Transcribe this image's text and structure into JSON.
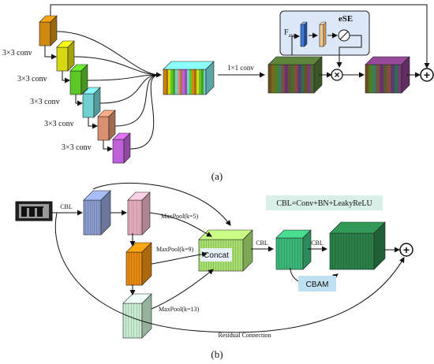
{
  "panel_a": {
    "caption": "(a)",
    "conv_labels": [
      "3×3 conv",
      "3×3 conv",
      "3×3 conv",
      "3×3 conv",
      "3×3 conv"
    ],
    "conv1x1_label": "1×1 conv",
    "ese_title": "eSE",
    "favg_main": "F",
    "favg_sub": "avg",
    "multiply_symbol": "×",
    "add_symbol": "+"
  },
  "panel_b": {
    "caption": "(b)",
    "cbl_label_1": "CBL",
    "cbl_label_2": "CBL",
    "cbl_label_3": "CBL",
    "maxpool_5": "MaxPool(k=5)",
    "maxpool_9": "MaxPool(k=9)",
    "maxpool_13": "MaxPool(k=13)",
    "concat_label": "Concat",
    "cbam_label": "CBAM",
    "legend_text": "CBL=Conv+BN+LeakyReLU",
    "residual_label": "Residual Connection",
    "add_symbol": "+"
  },
  "colors": {
    "stage1": "#d08a10",
    "stage2": "#d8d810",
    "stage3": "#5cc828",
    "stage4": "#70d0d0",
    "stage5": "#d89070",
    "stage6": "#c060d8",
    "ese_box": "#dce8f8",
    "legend_box": "#d8f0e8",
    "cbam_box": "#bfe0f0",
    "cbl_blue": "#8c9ed0",
    "maxpool_pink": "#e8b0c0",
    "maxpool_orange": "#e88a10",
    "maxpool_mint": "#c8ecd0",
    "concat_green": "#a8e070",
    "dark_green": "#2a8048",
    "mid_green": "#3cb878"
  }
}
